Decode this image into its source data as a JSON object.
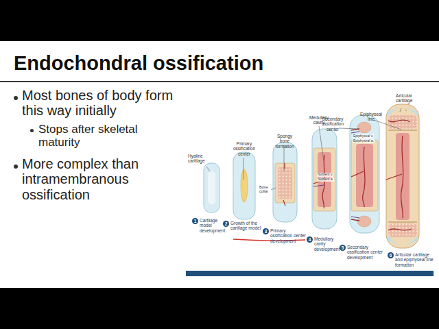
{
  "diagram": {
    "title": "Endochondral ossification",
    "labels": [
      "Most bones of body form this way initially",
      "Stops after skeletal maturity",
      "More complex than intramembranous ossification",
      "Hyaline cartilage",
      "Primary ossification center",
      "Spongy bone formation",
      "Bone collar",
      "Medullary cavity",
      "Nutrient v.",
      "Nutrient a.",
      "Secondary ossification center",
      "Epiphyseal v.",
      "Epiphyseal a.",
      "Epiphyseal line",
      "Articular cartilage",
      "1",
      "Cartilage model development",
      "2",
      "Growth of the cartilage model",
      "3",
      "Primary ossification center development",
      "4",
      "Medullary cavity development",
      "5",
      "Secondary ossification center development",
      "6",
      "Articular cartilage and epiphyseal line formation"
    ]
  }
}
